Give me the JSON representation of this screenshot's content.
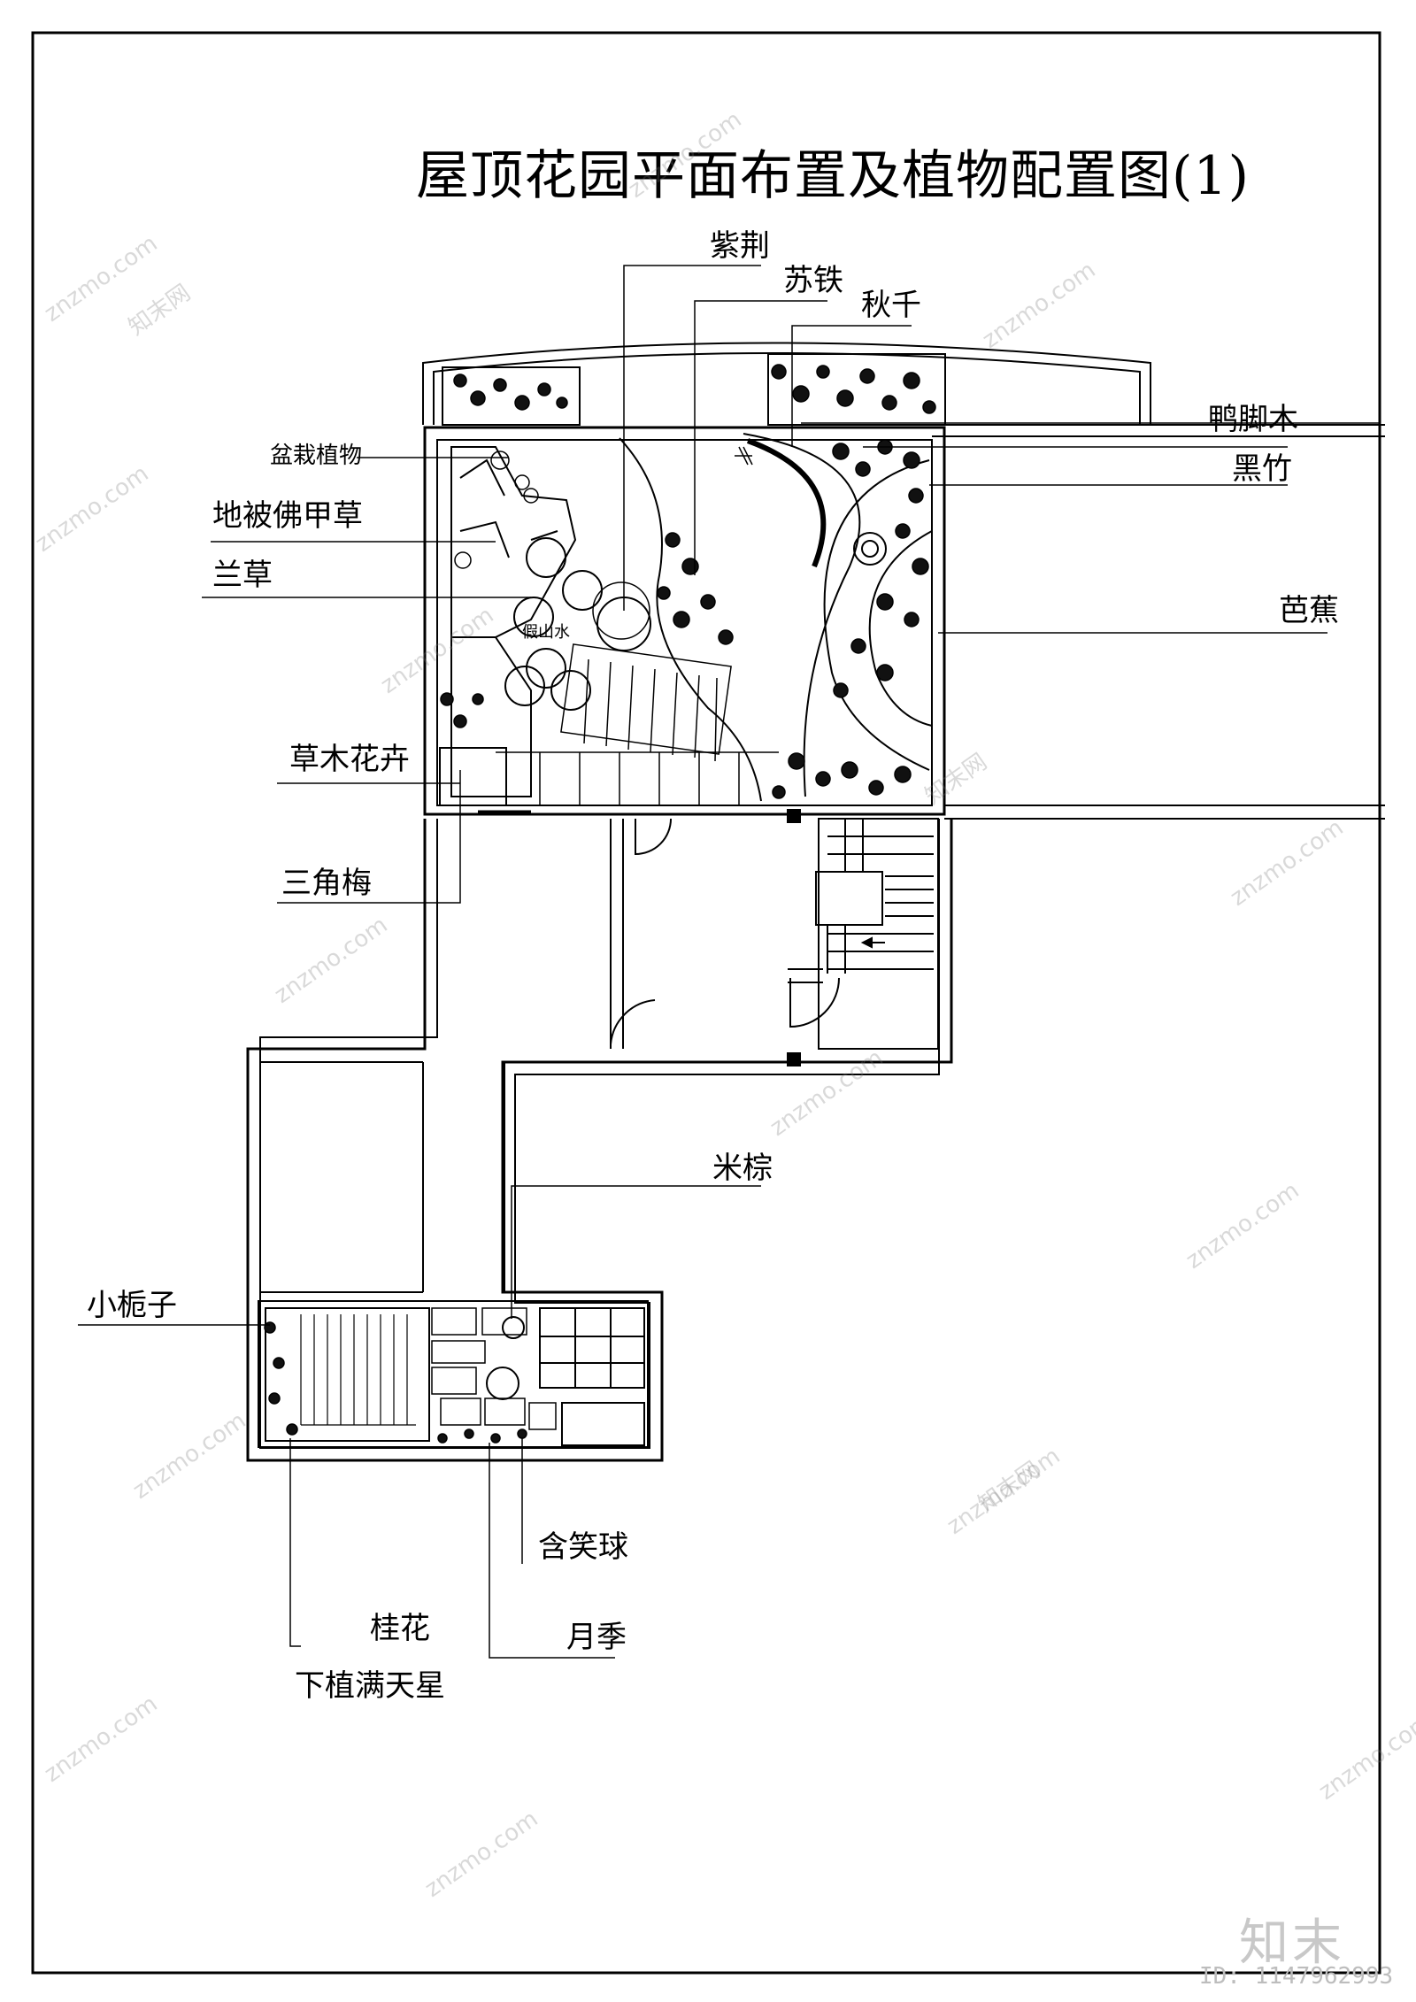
{
  "title": "屋顶花园平面布置及植物配置图(1)",
  "labels": {
    "zijing": "紫荆",
    "sutie": "苏铁",
    "qiuqian": "秋千",
    "yajiaomu": "鸭脚木",
    "heizhu": "黑竹",
    "penzai": "盆栽植物",
    "dibei": "地被佛甲草",
    "lancao": "兰草",
    "bajiao": "芭蕉",
    "caomu": "草木花卉",
    "sanjiaomei": "三角梅",
    "mizong": "米棕",
    "xiaozhizi": "小栀子",
    "hanxiaoqiu": "含笑球",
    "guihua": "桂花",
    "xiazhi": "下植满天星",
    "yueji": "月季",
    "jiashanshi": "假山水"
  },
  "watermark": {
    "site": "znzmo.com",
    "brand": "知末网",
    "logo": "知末",
    "image_id": "ID: 1147962993"
  }
}
